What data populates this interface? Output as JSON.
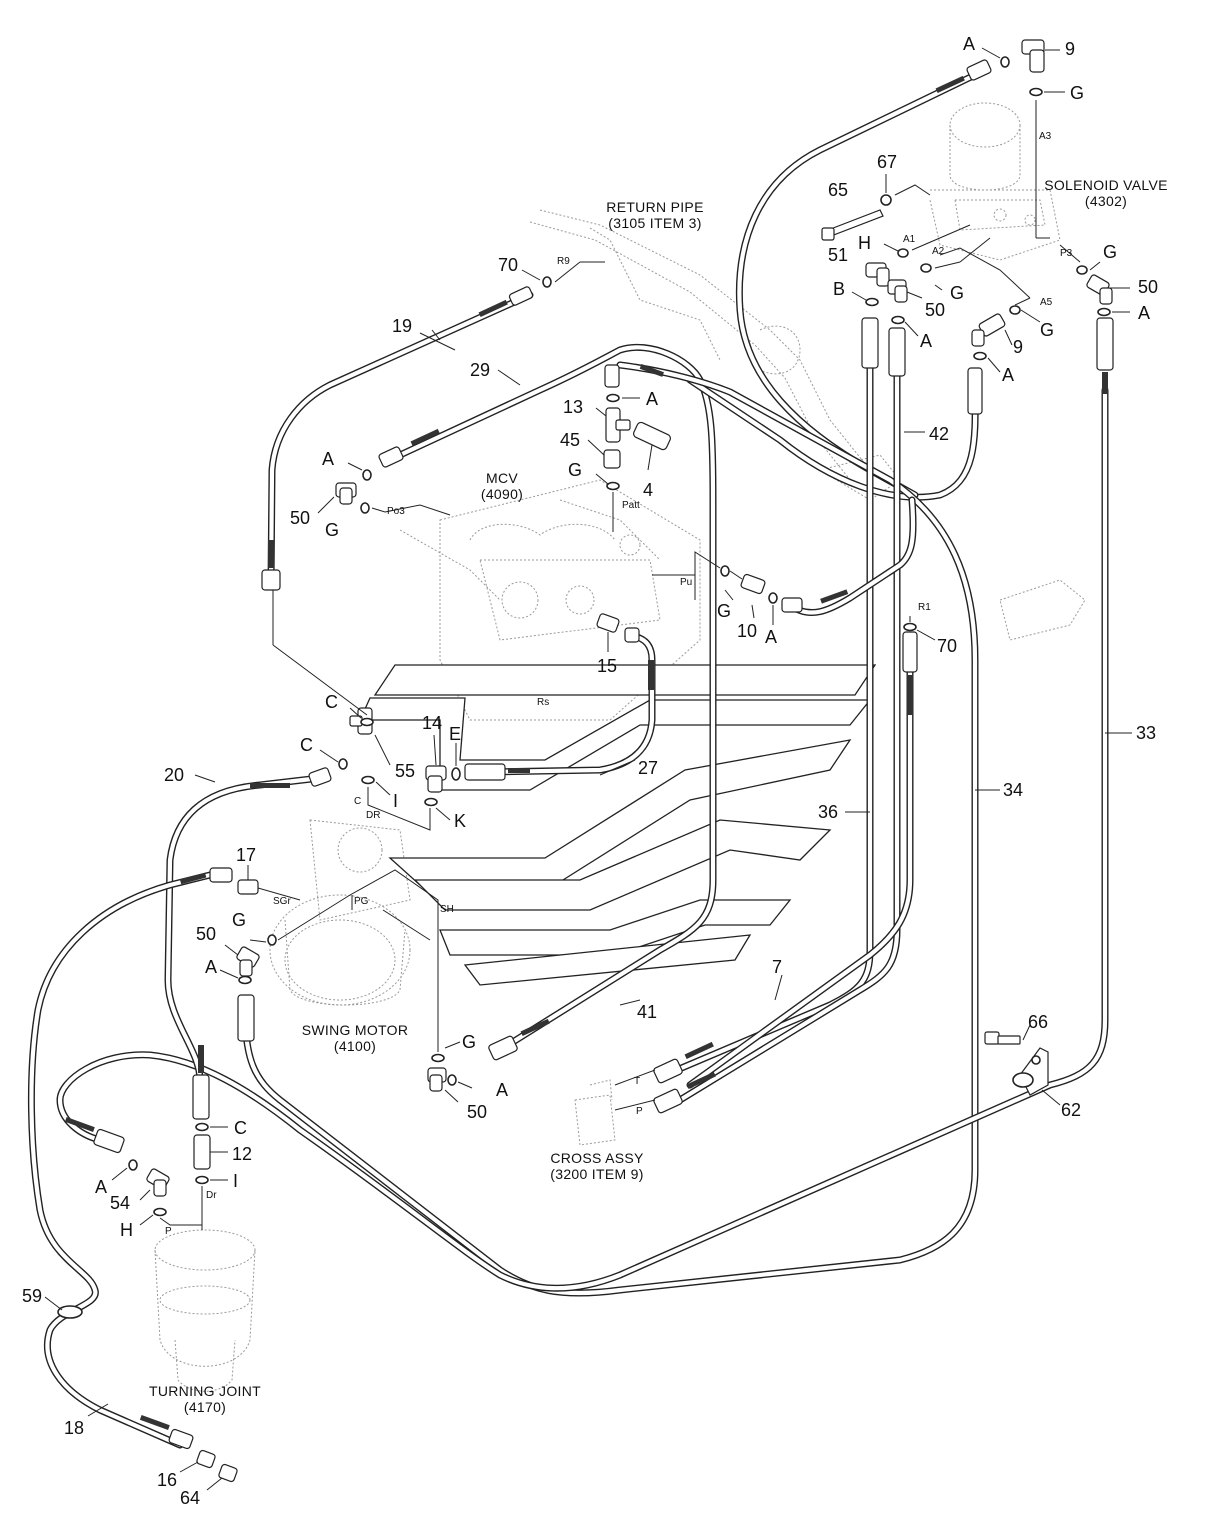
{
  "components": {
    "return_pipe": {
      "name": "RETURN PIPE",
      "ref": "(3105 ITEM 3)"
    },
    "solenoid_valve": {
      "name": "SOLENOID VALVE",
      "ref": "(4302)"
    },
    "mcv": {
      "name": "MCV",
      "ref": "(4090)"
    },
    "swing_motor": {
      "name": "SWING MOTOR",
      "ref": "(4100)"
    },
    "cross_assy": {
      "name": "CROSS ASSY",
      "ref": "(3200 ITEM 9)"
    },
    "turning_joint": {
      "name": "TURNING JOINT",
      "ref": "(4170)"
    }
  },
  "callouts": {
    "n_4": "4",
    "n_7": "7",
    "n_9a": "9",
    "n_9b": "9",
    "n_10": "10",
    "n_12": "12",
    "n_13": "13",
    "n_14": "14",
    "n_15": "15",
    "n_16": "16",
    "n_17": "17",
    "n_18": "18",
    "n_19": "19",
    "n_20": "20",
    "n_27": "27",
    "n_29": "29",
    "n_33": "33",
    "n_34": "34",
    "n_36": "36",
    "n_41": "41",
    "n_42": "42",
    "n_45": "45",
    "n_50a": "50",
    "n_50b": "50",
    "n_50c": "50",
    "n_50d": "50",
    "n_50e": "50",
    "n_51": "51",
    "n_54": "54",
    "n_55": "55",
    "n_59": "59",
    "n_62": "62",
    "n_64": "64",
    "n_65": "65",
    "n_66": "66",
    "n_67": "67",
    "n_70a": "70",
    "n_70b": "70"
  },
  "seal_letters": {
    "a": "A",
    "b": "B",
    "c": "C",
    "e": "E",
    "g": "G",
    "h": "H",
    "i": "I",
    "k": "K"
  },
  "ports": {
    "a1": "A1",
    "a2": "A2",
    "a3": "A3",
    "a5": "A5",
    "p3": "P3",
    "r9": "R9",
    "r1": "R1",
    "po3": "Po3",
    "patt": "Patt",
    "pu": "Pu",
    "rs": "Rs",
    "c": "C",
    "dr_swing": "DR",
    "sgr": "SGr",
    "pg": "PG",
    "sh": "SH",
    "t": "T",
    "p": "P",
    "dr_joint": "Dr",
    "p_joint": "P"
  }
}
